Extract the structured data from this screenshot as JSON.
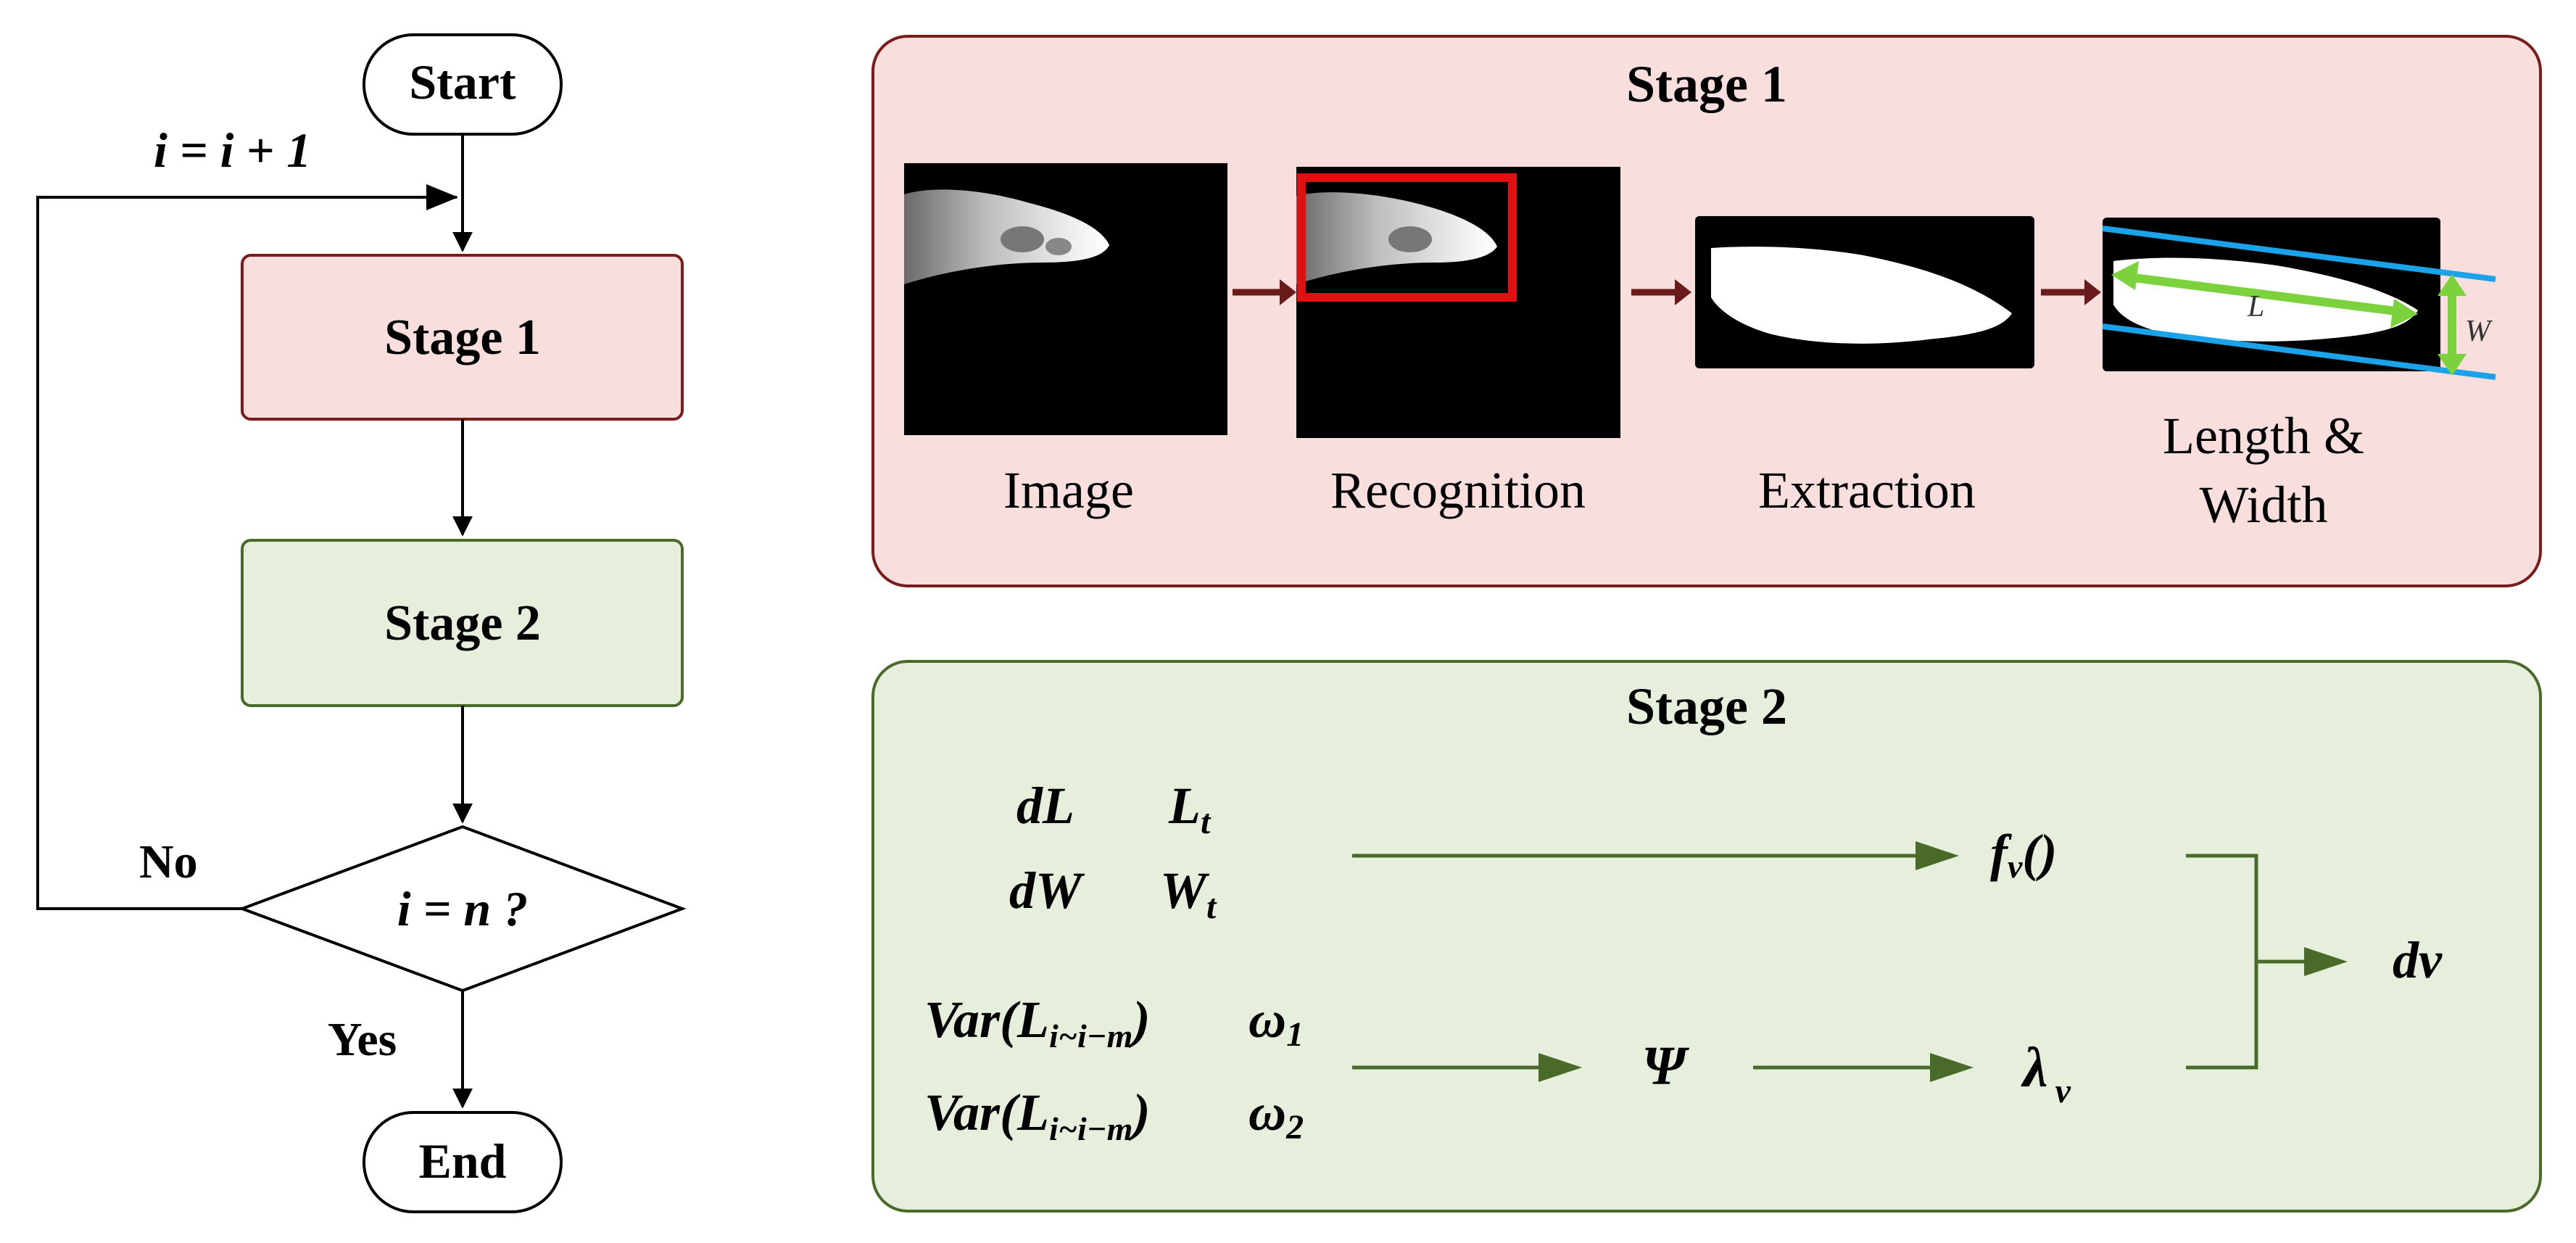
{
  "flowchart": {
    "start": "Start",
    "increment": "i = i + 1",
    "stage1": "Stage 1",
    "stage2": "Stage 2",
    "decision": "i = n ?",
    "no": "No",
    "yes": "Yes",
    "end": "End"
  },
  "stage1_panel": {
    "title": "Stage 1",
    "steps": [
      "Image",
      "Recognition",
      "Extraction",
      "Length &",
      "Width"
    ],
    "length_symbol": "L",
    "width_symbol": "W"
  },
  "stage2_panel": {
    "title": "Stage 2",
    "inputs_top": [
      "dL",
      "L",
      "t",
      "dW",
      "W",
      "t"
    ],
    "inputs_bottom": [
      "Var(L",
      "i~i−m",
      ")",
      "ω",
      "1",
      "Var(L",
      "i~i−m",
      ")",
      "ω",
      "2"
    ],
    "psi": "Ψ",
    "fv": "f",
    "fv_sub": "v",
    "fv_paren": "()",
    "lambda": "λ",
    "lambda_sub": "v",
    "output": "dv"
  },
  "colors": {
    "stage1_fill": "#f9dede",
    "stage1_stroke": "#7a1c1c",
    "stage2_fill": "#e6efdc",
    "stage2_stroke": "#4a6a2a",
    "arrow_stage1": "#6b1a1a",
    "arrow_stage2": "#4a6a2a",
    "recognition_box": "#e01010",
    "measure_arrow": "#7cd23c",
    "measure_line": "#1aa3e8"
  }
}
